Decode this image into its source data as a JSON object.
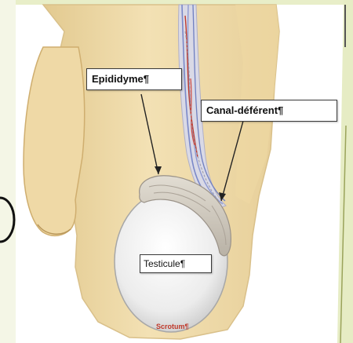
{
  "labels": {
    "epididyme": "Epididyme¶",
    "canal_deferent": "Canal-déférent¶",
    "testicule": "Testicule¶",
    "scrotum": "Scrotum¶"
  },
  "colors": {
    "skin": "#f0dcaa",
    "skin_edge": "#d9c08a",
    "testis": "#ececec",
    "epididymis": "#cfc9be",
    "vessel_blue": "#7a88c8",
    "vessel_red": "#c0392b",
    "scrotum_label": "#c0392b",
    "slide_green": "#e8eec8"
  }
}
